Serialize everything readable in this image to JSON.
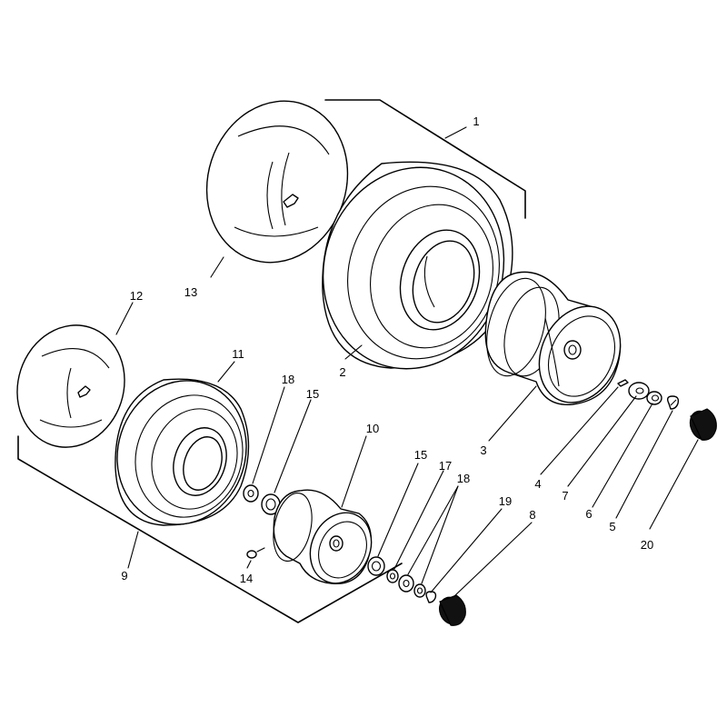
{
  "diagram": {
    "callouts": [
      {
        "id": "c1",
        "label": "1"
      },
      {
        "id": "c2",
        "label": "2"
      },
      {
        "id": "c3",
        "label": "3"
      },
      {
        "id": "c4",
        "label": "4"
      },
      {
        "id": "c5",
        "label": "5"
      },
      {
        "id": "c6",
        "label": "6"
      },
      {
        "id": "c7",
        "label": "7"
      },
      {
        "id": "c8",
        "label": "8"
      },
      {
        "id": "c9",
        "label": "9"
      },
      {
        "id": "c10",
        "label": "10"
      },
      {
        "id": "c11",
        "label": "11"
      },
      {
        "id": "c12",
        "label": "12"
      },
      {
        "id": "c13",
        "label": "13"
      },
      {
        "id": "c14",
        "label": "14"
      },
      {
        "id": "c15a",
        "label": "15"
      },
      {
        "id": "c15b",
        "label": "15"
      },
      {
        "id": "c17",
        "label": "17"
      },
      {
        "id": "c18a",
        "label": "18"
      },
      {
        "id": "c18b",
        "label": "18"
      },
      {
        "id": "c19",
        "label": "19"
      },
      {
        "id": "c20",
        "label": "20"
      }
    ]
  }
}
